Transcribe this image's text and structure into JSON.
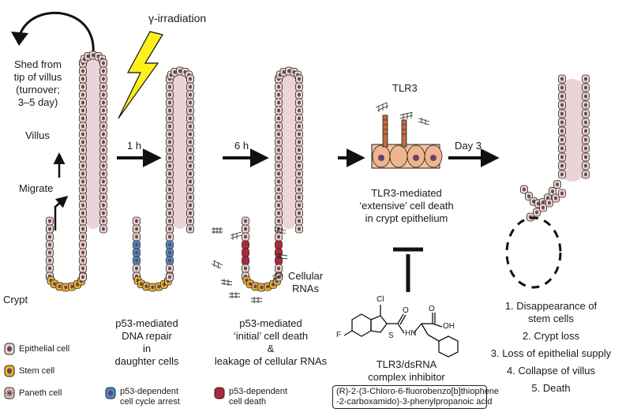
{
  "stimulus": "γ-irradiation",
  "left_notes": {
    "shed": [
      "Shed from",
      "tip of villus",
      "(turnover;",
      "3–5 day)"
    ],
    "villus": "Villus",
    "migrate": "Migrate",
    "crypt": "Crypt"
  },
  "steps": {
    "one": "1 h",
    "two": "6 h",
    "three": "Day 3"
  },
  "tlr3": {
    "title": "TLR3",
    "caption": [
      "TLR3-mediated",
      "‘extensive’ cell death",
      "in crypt epithelium"
    ]
  },
  "cellular_rnas": [
    "Cellular",
    "RNAs"
  ],
  "captions": {
    "col2": [
      "p53-mediated",
      "DNA repair",
      "in",
      "daughter cells"
    ],
    "col3": [
      "p53-mediated",
      "‘initial’ cell death",
      "&",
      "leakage of cellular RNAs"
    ]
  },
  "inhibitor": {
    "cl_label": "Cl",
    "f_label": "F",
    "s_label": "S",
    "o_label": "O",
    "oh_label": "OH",
    "nh_label": "H",
    "n_label": "N",
    "title": [
      "TLR3/dsRNA",
      "complex inhibitor"
    ],
    "name": [
      "(R)-2-(3-Chloro-6-fluorobenzo[b]thiophene",
      "-2-carboxamido)-3-phenylpropanoic acid"
    ]
  },
  "outcomes": [
    "1. Disappearance of",
    "stem cells",
    "2. Crypt loss",
    "3. Loss of epithelial supply",
    "4. Collapse of villus",
    "5. Death"
  ],
  "legend": {
    "epithelial": "Epithelial cell",
    "stem": "Stem cell",
    "paneth": "Paneth cell",
    "arrest": [
      "p53-dependent",
      "cell cycle arrest"
    ],
    "death": [
      "p53-dependent",
      "cell death"
    ]
  },
  "colors": {
    "cell_fill": "#e9d6c3",
    "nucleus": "#6b3f6e",
    "stem": "#e8b42a",
    "arrest": "#4a8fc4",
    "death": "#c8202a",
    "villus_core": "#ecd3da",
    "lightning": "#ffef1f"
  }
}
